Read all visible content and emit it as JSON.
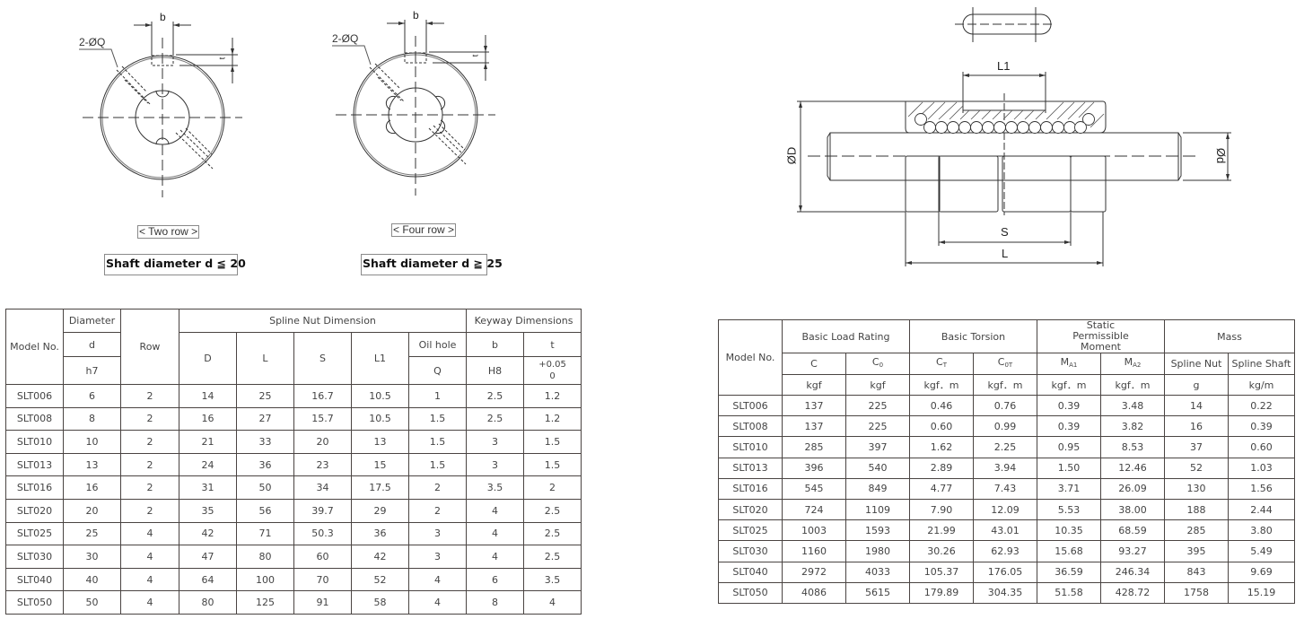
{
  "drawings": {
    "two_row": {
      "label_b": "b",
      "label_t": "t",
      "label_oil": "2-ØQ",
      "caption": "< Two row >",
      "condition": "Shaft diameter d ≦ 20"
    },
    "four_row": {
      "label_b": "b",
      "label_t": "t",
      "label_oil": "2-ØQ",
      "caption": "< Four row >",
      "condition": "Shaft diameter d ≧ 25"
    },
    "side_view": {
      "label_L1": "L1",
      "label_S": "S",
      "label_L": "L",
      "label_D": "ØD",
      "label_d": "Ød"
    }
  },
  "dimension_table": {
    "headers": {
      "model": "Model No.",
      "diameter": "Diameter",
      "d": "d",
      "h7": "h7",
      "row": "Row",
      "spline_nut": "Spline Nut Dimension",
      "D": "D",
      "L": "L",
      "S": "S",
      "L1": "L1",
      "oil_hole": "Oil hole",
      "Q": "Q",
      "keyway": "Keyway Dimensions",
      "b": "b",
      "t": "t",
      "H8": "H8",
      "t_tol_upper": "+0.05",
      "t_tol_lower": "0"
    },
    "rows": [
      {
        "model": "SLT006",
        "d": "6",
        "row": "2",
        "D": "14",
        "L": "25",
        "S": "16.7",
        "L1": "10.5",
        "Q": "1",
        "b": "2.5",
        "t": "1.2"
      },
      {
        "model": "SLT008",
        "d": "8",
        "row": "2",
        "D": "16",
        "L": "27",
        "S": "15.7",
        "L1": "10.5",
        "Q": "1.5",
        "b": "2.5",
        "t": "1.2"
      },
      {
        "model": "SLT010",
        "d": "10",
        "row": "2",
        "D": "21",
        "L": "33",
        "S": "20",
        "L1": "13",
        "Q": "1.5",
        "b": "3",
        "t": "1.5"
      },
      {
        "model": "SLT013",
        "d": "13",
        "row": "2",
        "D": "24",
        "L": "36",
        "S": "23",
        "L1": "15",
        "Q": "1.5",
        "b": "3",
        "t": "1.5"
      },
      {
        "model": "SLT016",
        "d": "16",
        "row": "2",
        "D": "31",
        "L": "50",
        "S": "34",
        "L1": "17.5",
        "Q": "2",
        "b": "3.5",
        "t": "2"
      },
      {
        "model": "SLT020",
        "d": "20",
        "row": "2",
        "D": "35",
        "L": "56",
        "S": "39.7",
        "L1": "29",
        "Q": "2",
        "b": "4",
        "t": "2.5"
      },
      {
        "model": "SLT025",
        "d": "25",
        "row": "4",
        "D": "42",
        "L": "71",
        "S": "50.3",
        "L1": "36",
        "Q": "3",
        "b": "4",
        "t": "2.5"
      },
      {
        "model": "SLT030",
        "d": "30",
        "row": "4",
        "D": "47",
        "L": "80",
        "S": "60",
        "L1": "42",
        "Q": "3",
        "b": "4",
        "t": "2.5"
      },
      {
        "model": "SLT040",
        "d": "40",
        "row": "4",
        "D": "64",
        "L": "100",
        "S": "70",
        "L1": "52",
        "Q": "4",
        "b": "6",
        "t": "3.5"
      },
      {
        "model": "SLT050",
        "d": "50",
        "row": "4",
        "D": "80",
        "L": "125",
        "S": "91",
        "L1": "58",
        "Q": "4",
        "b": "8",
        "t": "4"
      }
    ]
  },
  "rating_table": {
    "headers": {
      "model": "Model No.",
      "load_rating": "Basic Load Rating",
      "torsion": "Basic Torsion",
      "moment": "Static Permissible Moment",
      "mass": "Mass",
      "C": "C",
      "C0_base": "C",
      "C0_sub": "0",
      "CT_base": "C",
      "CT_sub": "T",
      "C0T_base": "C",
      "C0T_sub": "0T",
      "MA1_base": "M",
      "MA1_sub": "A1",
      "MA2_base": "M",
      "MA2_sub": "A2",
      "spline_nut": "Spline Nut",
      "spline_shaft": "Spline Shaft",
      "unit_C": "kgf",
      "unit_C0": "kgf",
      "unit_CT": "kgf．m",
      "unit_C0T": "kgf．m",
      "unit_MA1": "kgf．m",
      "unit_MA2": "kgf．m",
      "unit_nut": "g",
      "unit_shaft": "kg/m"
    },
    "rows": [
      {
        "model": "SLT006",
        "C": "137",
        "C0": "225",
        "CT": "0.46",
        "C0T": "0.76",
        "MA1": "0.39",
        "MA2": "3.48",
        "nut": "14",
        "shaft": "0.22"
      },
      {
        "model": "SLT008",
        "C": "137",
        "C0": "225",
        "CT": "0.60",
        "C0T": "0.99",
        "MA1": "0.39",
        "MA2": "3.82",
        "nut": "16",
        "shaft": "0.39"
      },
      {
        "model": "SLT010",
        "C": "285",
        "C0": "397",
        "CT": "1.62",
        "C0T": "2.25",
        "MA1": "0.95",
        "MA2": "8.53",
        "nut": "37",
        "shaft": "0.60"
      },
      {
        "model": "SLT013",
        "C": "396",
        "C0": "540",
        "CT": "2.89",
        "C0T": "3.94",
        "MA1": "1.50",
        "MA2": "12.46",
        "nut": "52",
        "shaft": "1.03"
      },
      {
        "model": "SLT016",
        "C": "545",
        "C0": "849",
        "CT": "4.77",
        "C0T": "7.43",
        "MA1": "3.71",
        "MA2": "26.09",
        "nut": "130",
        "shaft": "1.56"
      },
      {
        "model": "SLT020",
        "C": "724",
        "C0": "1109",
        "CT": "7.90",
        "C0T": "12.09",
        "MA1": "5.53",
        "MA2": "38.00",
        "nut": "188",
        "shaft": "2.44"
      },
      {
        "model": "SLT025",
        "C": "1003",
        "C0": "1593",
        "CT": "21.99",
        "C0T": "43.01",
        "MA1": "10.35",
        "MA2": "68.59",
        "nut": "285",
        "shaft": "3.80"
      },
      {
        "model": "SLT030",
        "C": "1160",
        "C0": "1980",
        "CT": "30.26",
        "C0T": "62.93",
        "MA1": "15.68",
        "MA2": "93.27",
        "nut": "395",
        "shaft": "5.49"
      },
      {
        "model": "SLT040",
        "C": "2972",
        "C0": "4033",
        "CT": "105.37",
        "C0T": "176.05",
        "MA1": "36.59",
        "MA2": "246.34",
        "nut": "843",
        "shaft": "9.69"
      },
      {
        "model": "SLT050",
        "C": "4086",
        "C0": "5615",
        "CT": "179.89",
        "C0T": "304.35",
        "MA1": "51.58",
        "MA2": "428.72",
        "nut": "1758",
        "shaft": "15.19"
      }
    ]
  }
}
